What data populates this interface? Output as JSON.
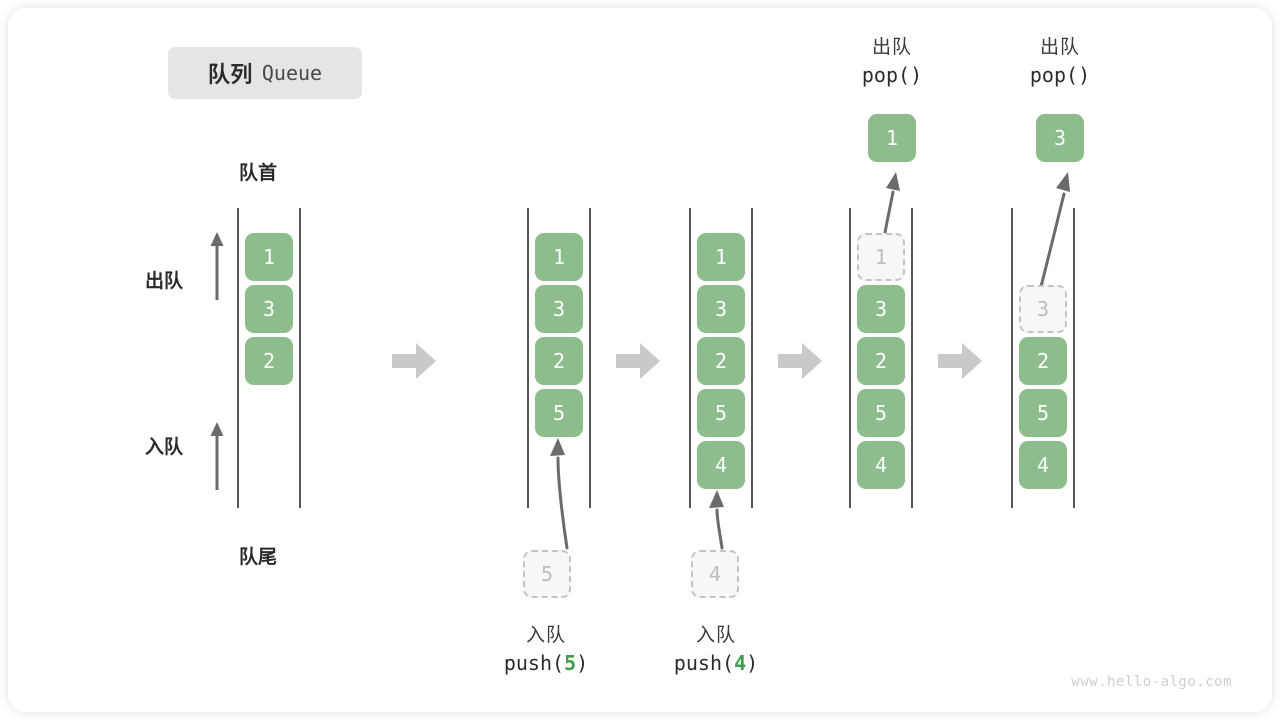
{
  "title": {
    "cn": "队列",
    "en": "Queue"
  },
  "labels": {
    "front": "队首",
    "rear": "队尾",
    "dequeue": "出队",
    "enqueue": "入队"
  },
  "colors": {
    "element": "#8dbd8c",
    "ghost_fill": "#f7f7f7",
    "ghost_border": "#c4c4c4",
    "rail": "#555555",
    "arrow": "#6b6b6b",
    "separator": "#c9c9c9",
    "badge_bg": "#e5e5e5",
    "accent_text": "#3f9e4d"
  },
  "steps": [
    {
      "id": "initial",
      "elements": [
        "1",
        "3",
        "2"
      ],
      "ghost": null,
      "caption": null,
      "popped": null
    },
    {
      "id": "push-5",
      "elements": [
        "1",
        "3",
        "2",
        "5"
      ],
      "ghost": {
        "value": "5",
        "position": "below"
      },
      "caption": {
        "cn": "入队",
        "call_prefix": "push(",
        "arg": "5",
        "call_suffix": ")"
      },
      "popped": null
    },
    {
      "id": "push-4",
      "elements": [
        "1",
        "3",
        "2",
        "5",
        "4"
      ],
      "ghost": {
        "value": "4",
        "position": "below"
      },
      "caption": {
        "cn": "入队",
        "call_prefix": "push(",
        "arg": "4",
        "call_suffix": ")"
      },
      "popped": null
    },
    {
      "id": "pop-1",
      "elements": [
        "3",
        "2",
        "5",
        "4"
      ],
      "ghost": {
        "value": "1",
        "position": "slot0"
      },
      "caption": {
        "cn": "出队",
        "call_prefix": "pop(",
        "arg": "",
        "call_suffix": ")"
      },
      "popped": "1"
    },
    {
      "id": "pop-3",
      "elements": [
        "2",
        "5",
        "4"
      ],
      "ghost": {
        "value": "3",
        "position": "slot1"
      },
      "caption": {
        "cn": "出队",
        "call_prefix": "pop(",
        "arg": "",
        "call_suffix": ")"
      },
      "popped": "3"
    }
  ],
  "watermark": "www.hello-algo.com"
}
